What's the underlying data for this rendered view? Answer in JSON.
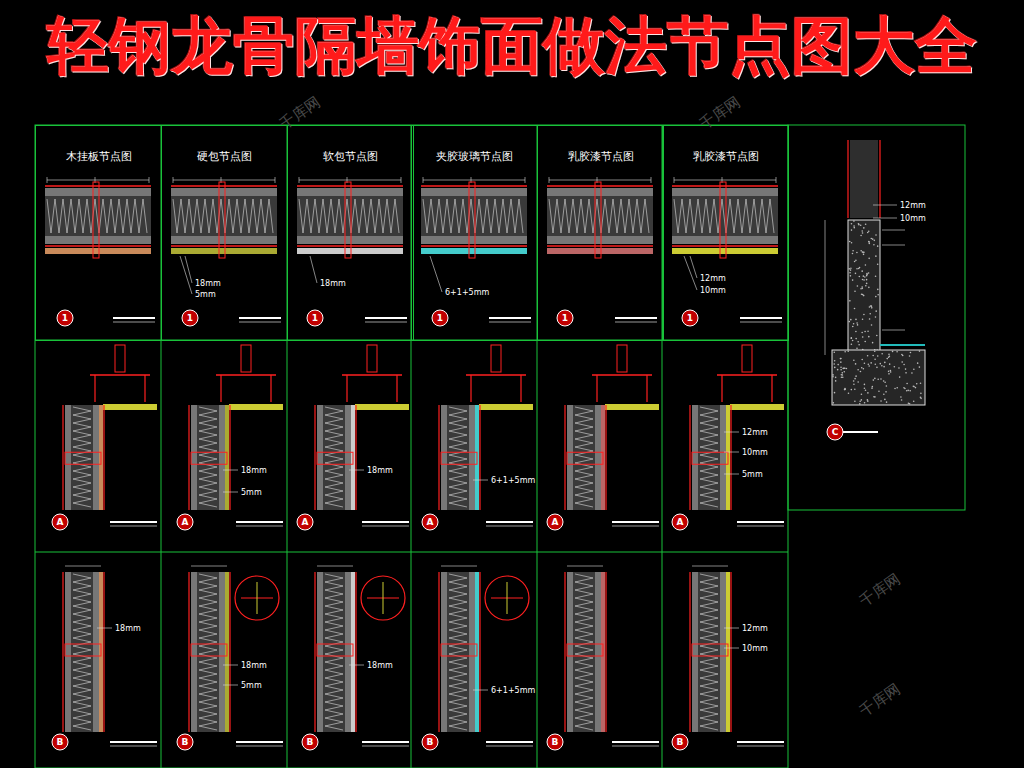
{
  "diagram": {
    "title": "轻钢龙骨隔墙饰面做法节点图大全",
    "nodes": [
      {
        "text": [
          "木挂板节点图"
        ]
      },
      {
        "text": [
          "硬包节点图"
        ]
      },
      {
        "text": [
          "软包节点图"
        ]
      },
      {
        "text": [
          "夹胶玻璃节点图"
        ]
      },
      {
        "text": [
          "乳胶漆节点图"
        ]
      },
      {
        "text": [
          "乳胶漆节点图"
        ]
      }
    ],
    "labels": [
      "1",
      "1",
      "1",
      "1",
      "1",
      "1",
      "A",
      "A",
      "A",
      "A",
      "A",
      "A",
      "B",
      "B",
      "B",
      "B",
      "B",
      "B",
      "C",
      "18mm",
      "5mm",
      "18mm",
      "6+1+5mm",
      "12mm",
      "10mm",
      "18mm",
      "5mm",
      "18mm",
      "6+1+5mm",
      "12mm",
      "10mm",
      "5mm",
      "18mm",
      "18mm",
      "5mm",
      "18mm",
      "6+1+5mm",
      "12mm",
      "10mm",
      "12mm",
      "10mm",
      "千库网",
      "千库网",
      "千库网",
      "千库网"
    ]
  }
}
